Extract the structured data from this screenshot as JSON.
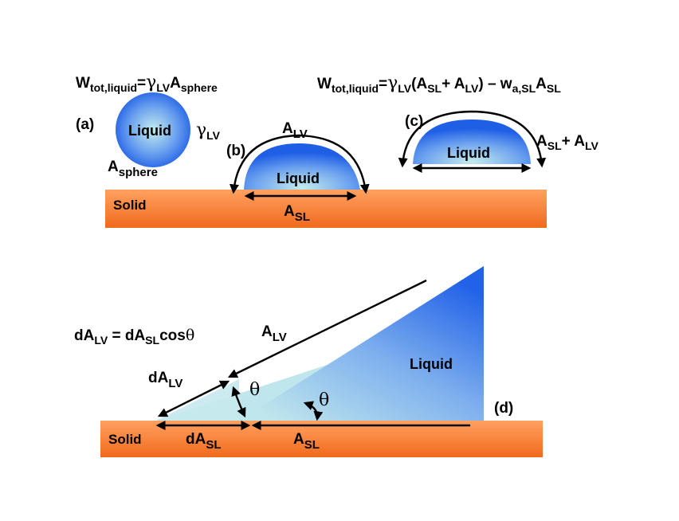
{
  "colors": {
    "solid_top": "#ff9a4f",
    "solid_bottom": "#f06a1c",
    "liquid_dark": "#1f5fe6",
    "liquid_light": "#b8e2ea",
    "text": "#000000",
    "background": "#ffffff"
  },
  "panel_a": {
    "label": "(a)",
    "equation": {
      "W": "W",
      "W_sub": "tot,liquid",
      "eq": "=",
      "gamma": "γ",
      "gamma_sub": "LV",
      "A": "A",
      "A_sub": "sphere"
    },
    "liquid": "Liquid",
    "gamma_label": {
      "g": "γ",
      "sub": "LV"
    },
    "area_label": {
      "A": "A",
      "sub": "sphere"
    }
  },
  "panel_b": {
    "label": "(b)",
    "liquid": "Liquid",
    "solid": "Solid",
    "alv": {
      "A": "A",
      "sub": "LV"
    },
    "asl": {
      "A": "A",
      "sub": "SL"
    }
  },
  "panel_c": {
    "label": "(c)",
    "equation": {
      "W": "W",
      "W_sub": "tot,liquid",
      "eq": "=",
      "gamma": "γ",
      "gamma_sub": "LV",
      "open": "(A",
      "sl_sub": "SL",
      "plus": "+ A",
      "lv_sub": "LV",
      "close": ") – w",
      "w_sub": "a,SL",
      "A": "A",
      "A_sub": "SL"
    },
    "liquid": "Liquid",
    "area_label": {
      "A1": "A",
      "sub1": "SL",
      "plus": "+ A",
      "sub2": "LV"
    }
  },
  "panel_d": {
    "label": "(d)",
    "equation": {
      "dA": "dA",
      "sub1": "LV",
      "eq": " = dA",
      "sub2": "SL",
      "cos": "cos",
      "theta": "θ"
    },
    "liquid": "Liquid",
    "solid": "Solid",
    "alv": {
      "A": "A",
      "sub": "LV"
    },
    "dalv": {
      "dA": "dA",
      "sub": "LV"
    },
    "dasl": {
      "dA": "dA",
      "sub": "SL"
    },
    "asl": {
      "A": "A",
      "sub": "SL"
    },
    "theta1": "θ",
    "theta2": "θ"
  }
}
